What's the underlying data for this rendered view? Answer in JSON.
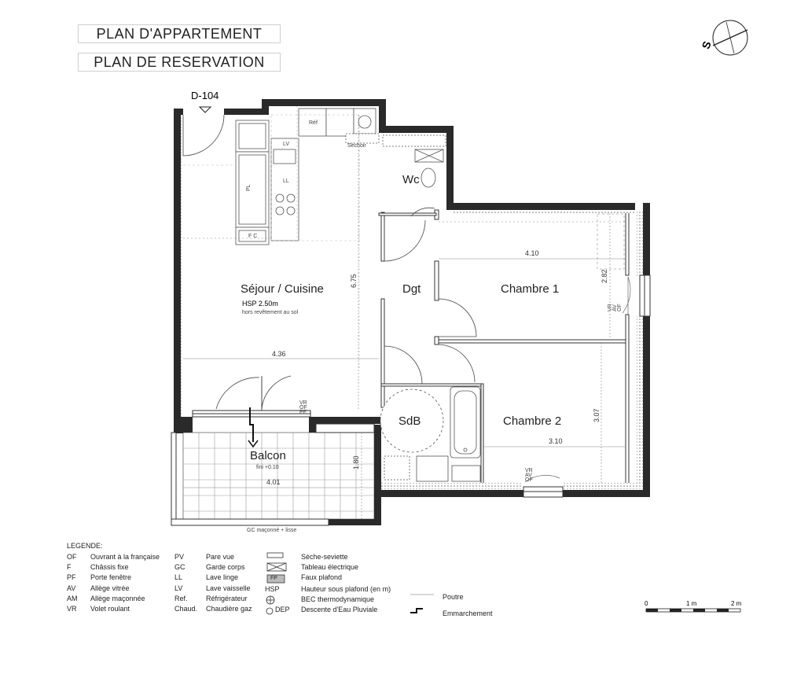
{
  "titles": {
    "plan_appartement": "PLAN D'APPARTEMENT",
    "plan_reservation": "PLAN DE RESERVATION"
  },
  "compass": {
    "letter": "S"
  },
  "apartment": {
    "ref": "D-104"
  },
  "rooms": {
    "sejour": {
      "name": "Séjour / Cuisine",
      "hsp": "HSP 2.50m",
      "note": "hors revêtement au sol"
    },
    "wc": {
      "name": "Wc"
    },
    "dgt": {
      "name": "Dgt"
    },
    "chambre1": {
      "name": "Chambre 1"
    },
    "chambre2": {
      "name": "Chambre 2"
    },
    "sdb": {
      "name": "SdB"
    },
    "balcon": {
      "name": "Balcon",
      "note": "fini +0.10"
    }
  },
  "dimensions": {
    "sejour_width": "4.36",
    "sejour_depth": "6.75",
    "chambre1_width": "4.10",
    "chambre1_depth": "2.82",
    "chambre2_width": "3.10",
    "chambre2_depth": "3.07",
    "balcon_width": "4.01",
    "balcon_depth": "1.80"
  },
  "fixtures": {
    "pl": "PL",
    "fc": "F C",
    "ref": "Réf",
    "lv": "LV",
    "ll": "LL",
    "sechoir": "Séchoir",
    "vr_of_pf": [
      "VR",
      "OF",
      "PF"
    ],
    "vr_av_of": [
      "VR",
      "AV",
      "OF"
    ],
    "vr_av_of_2": [
      "VR",
      "AV",
      "OF"
    ],
    "balcon_edge": "GC maçonné + lisse"
  },
  "legend": {
    "title": "LEGENDE:",
    "col1": [
      {
        "code": "OF",
        "label": "Ouvrant à la française"
      },
      {
        "code": "F",
        "label": "Châssis fixe"
      },
      {
        "code": "PF",
        "label": "Porte fenêtre"
      },
      {
        "code": "AV",
        "label": "Allège vitrée"
      },
      {
        "code": "AM",
        "label": "Allège maçonnée"
      },
      {
        "code": "VR",
        "label": "Volet roulant"
      }
    ],
    "col2": [
      {
        "code": "PV",
        "label": "Pare vue"
      },
      {
        "code": "GC",
        "label": "Garde corps"
      },
      {
        "code": "LL",
        "label": "Lave linge"
      },
      {
        "code": "LV",
        "label": "Lave vaisselle"
      },
      {
        "code": "Ref.",
        "label": "Réfrigérateur"
      },
      {
        "code": "Chaud.",
        "label": "Chaudière gaz"
      }
    ],
    "col3": [
      {
        "code": "",
        "label": "Sèche-seviette"
      },
      {
        "code": "",
        "label": "Tableau électrique"
      },
      {
        "code": "FP",
        "label": "Faux plafond"
      },
      {
        "code": "HSP",
        "label": "Hauteur sous plafond (en m)"
      },
      {
        "code": "",
        "label": "BEC thermodynamique"
      },
      {
        "code": "DEP",
        "label": "Descente d'Eau Pluviale"
      }
    ],
    "col4": [
      {
        "label": "Poutre"
      },
      {
        "label": "Emmarchement"
      }
    ]
  },
  "scale": {
    "labels": [
      "0",
      "1 m",
      "2 m"
    ]
  }
}
